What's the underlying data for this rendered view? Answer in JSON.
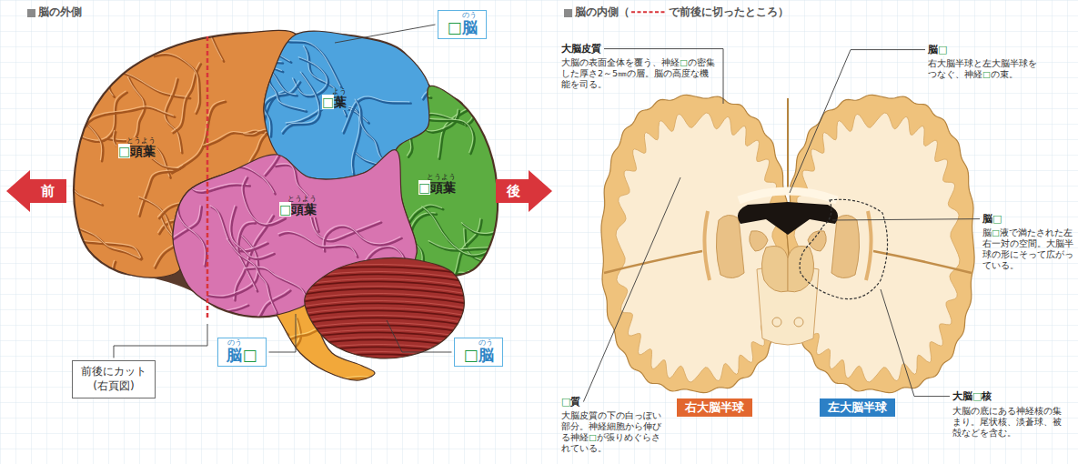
{
  "diagram": {
    "nodes": [
      {
        "text": [
          "のう",
          "□脳"
        ]
      },
      {
        "text": [
          "前"
        ]
      },
      {
        "text": [
          "後"
        ]
      },
      {
        "text": [
          "のう",
          "脳□"
        ]
      },
      {
        "text": [
          "のう",
          "□脳"
        ]
      },
      {
        "text": [
          "前後にカット (右頁図)"
        ]
      },
      {
        "text": [
          "右大脳半球"
        ]
      },
      {
        "text": [
          "左大脳半球"
        ]
      }
    ],
    "labels": [
      "脳の外側",
      "とうよう",
      "□頭葉",
      "よう",
      "□葉",
      "とうよう",
      "□頭葉",
      "とうよう",
      "□頭葉",
      "脳の内側（",
      "で前後に切ったところ）",
      "大脳皮質",
      "大脳の表面全体を覆う、神経□の密集した厚さ2～5㎜の層。脳の高度な機能を司る。",
      "脳□",
      "右大脳半球と左大脳半球をつなぐ、神経□の束。",
      "脳□",
      "脳□液で満たされた左右一対の空間。大脳半球の形にそって広がっている。",
      "□質",
      "大脳皮質の下の白っぽい部分。神経細胞から伸びる神経□が張りめぐらされている。",
      "大脳□核",
      "大脳の底にある神経核の集まり。尾状核、淡蒼球、被殻などを含む。"
    ]
  }
}
